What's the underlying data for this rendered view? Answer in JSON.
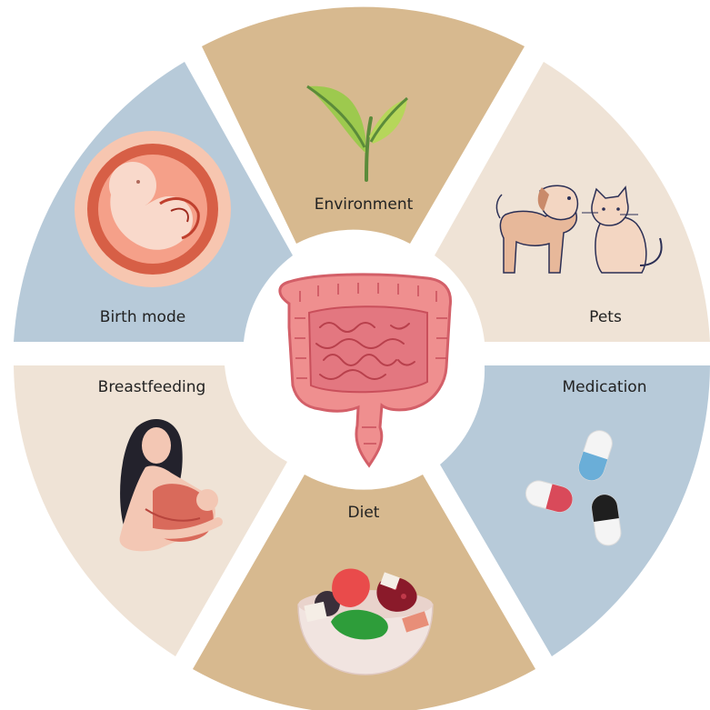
{
  "center": {
    "icon": "intestine-icon"
  },
  "segments": [
    {
      "id": "environment",
      "label": "Environment",
      "icon": "plant-sprout-icon",
      "color": "#d7b98f"
    },
    {
      "id": "pets",
      "label": "Pets",
      "icon": "dog-and-cat-icon",
      "color": "#efe3d6"
    },
    {
      "id": "medication",
      "label": "Medication",
      "icon": "capsule-pills-icon",
      "color": "#b7cad9"
    },
    {
      "id": "diet",
      "label": "Diet",
      "icon": "food-bowl-icon",
      "color": "#d7b98f"
    },
    {
      "id": "breastfeeding",
      "label": "Breastfeeding",
      "icon": "breastfeeding-mother-icon",
      "color": "#efe3d6"
    },
    {
      "id": "birth_mode",
      "label": "Birth mode",
      "icon": "fetus-in-womb-icon",
      "color": "#b7cad9"
    }
  ]
}
